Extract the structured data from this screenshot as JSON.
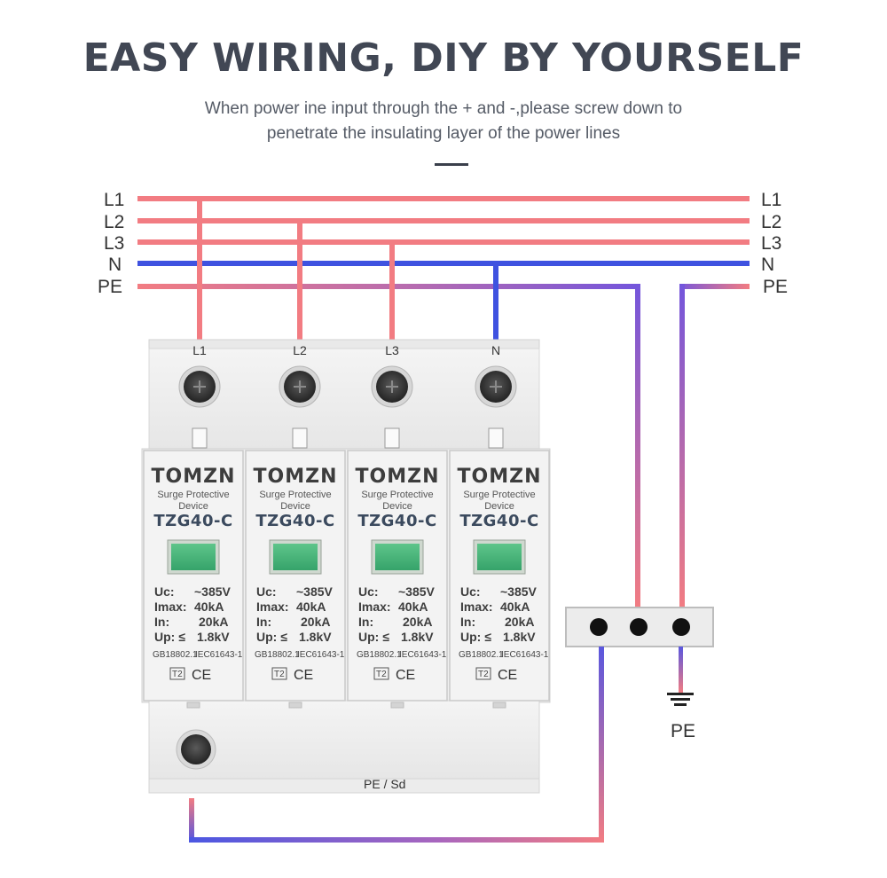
{
  "header": {
    "title": "EASY WIRING, DIY BY YOURSELF",
    "subtitle_line1": "When power ine input through the + and -,please screw down to",
    "subtitle_line2": "penetrate the insulating layer of the power lines"
  },
  "bus_lines": {
    "left_labels": [
      "L1",
      "L2",
      "L3",
      "N",
      "PE"
    ],
    "right_labels": [
      "L1",
      "L2",
      "L3",
      "N",
      "PE"
    ]
  },
  "device": {
    "terminal_labels": [
      "L1",
      "L2",
      "L3",
      "N"
    ],
    "bottom_terminal_label": "PE / Sd",
    "modules": [
      {
        "brand": "TOMZN",
        "type_line1": "Surge Protective",
        "type_line2": "Device",
        "model": "TZG40-C",
        "uc_label": "Uc:",
        "uc_value": "~385V",
        "imax_label": "Imax:",
        "imax_value": "40kA",
        "in_label": "In:",
        "in_value": "20kA",
        "up_label": "Up: ≤",
        "up_value": "1.8kV",
        "std1": "GB18802.1",
        "std2": "IEC61643-1",
        "class": "T2",
        "mark": "CE"
      },
      {
        "brand": "TOMZN",
        "type_line1": "Surge Protective",
        "type_line2": "Device",
        "model": "TZG40-C",
        "uc_label": "Uc:",
        "uc_value": "~385V",
        "imax_label": "Imax:",
        "imax_value": "40kA",
        "in_label": "In:",
        "in_value": "20kA",
        "up_label": "Up: ≤",
        "up_value": "1.8kV",
        "std1": "GB18802.1",
        "std2": "IEC61643-1",
        "class": "T2",
        "mark": "CE"
      },
      {
        "brand": "TOMZN",
        "type_line1": "Surge Protective",
        "type_line2": "Device",
        "model": "TZG40-C",
        "uc_label": "Uc:",
        "uc_value": "~385V",
        "imax_label": "Imax:",
        "imax_value": "40kA",
        "in_label": "In:",
        "in_value": "20kA",
        "up_label": "Up: ≤",
        "up_value": "1.8kV",
        "std1": "GB18802.1",
        "std2": "IEC61643-1",
        "class": "T2",
        "mark": "CE"
      },
      {
        "brand": "TOMZN",
        "type_line1": "Surge Protective",
        "type_line2": "Device",
        "model": "TZG40-C",
        "uc_label": "Uc:",
        "uc_value": "~385V",
        "imax_label": "Imax:",
        "imax_value": "40kA",
        "in_label": "In:",
        "in_value": "20kA",
        "up_label": "Up: ≤",
        "up_value": "1.8kV",
        "std1": "GB18802.1",
        "std2": "IEC61643-1",
        "class": "T2",
        "mark": "CE"
      }
    ]
  },
  "ground": {
    "label": "PE"
  },
  "colors": {
    "live": "#f27c82",
    "neutral": "#3f52e0",
    "pe_mix": "#9a62c8",
    "title": "#414754"
  }
}
